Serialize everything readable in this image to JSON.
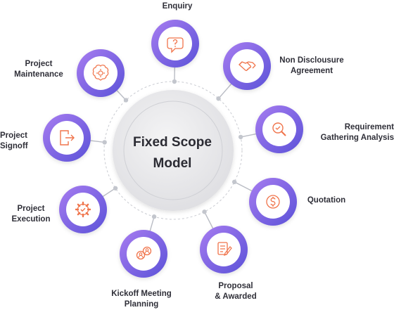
{
  "center": {
    "line1": "Fixed Scope",
    "line2": "Model"
  },
  "colors": {
    "ring_start": "#a77cf0",
    "ring_end": "#5b52d8",
    "icon": "#f0744b",
    "connector": "#b9bcc4",
    "center_fill": "#e8e8ea"
  },
  "steps": [
    {
      "id": "enquiry",
      "icon": "question-bubble-icon",
      "line1": "Enquiry",
      "line2": ""
    },
    {
      "id": "nda",
      "icon": "handshake-icon",
      "line1": "Non Disclousure",
      "line2": "Agreement"
    },
    {
      "id": "requirement",
      "icon": "magnifier-check-icon",
      "line1": "Requirement",
      "line2": "Gathering Analysis"
    },
    {
      "id": "quotation",
      "icon": "dollar-coin-icon",
      "line1": "Quotation",
      "line2": ""
    },
    {
      "id": "proposal",
      "icon": "document-pen-icon",
      "line1": "Proposal",
      "line2": "& Awarded"
    },
    {
      "id": "kickoff",
      "icon": "people-icon",
      "line1": "Kickoff Meeting",
      "line2": "Planning"
    },
    {
      "id": "execution",
      "icon": "gear-check-icon",
      "line1": "Project",
      "line2": "Execution"
    },
    {
      "id": "signoff",
      "icon": "exit-door-icon",
      "line1": "Project",
      "line2": "Signoff"
    },
    {
      "id": "maintenance",
      "icon": "brain-gear-icon",
      "line1": "Project",
      "line2": "Maintenance"
    }
  ]
}
